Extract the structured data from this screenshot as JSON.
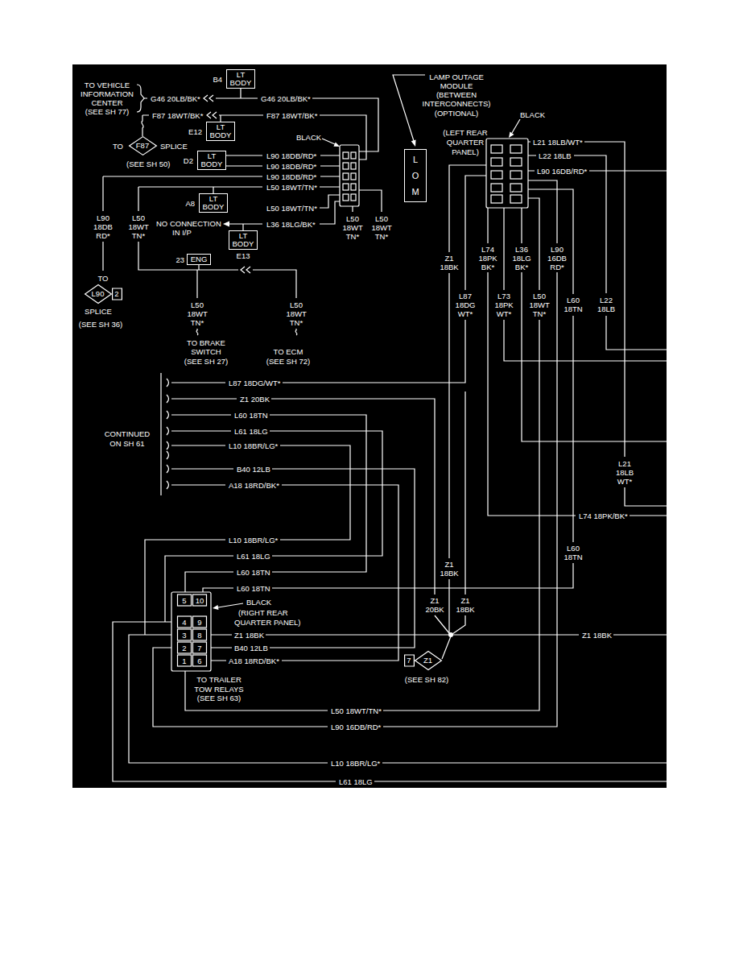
{
  "diagram": {
    "nodes": [
      {
        "text": [
          "LT BODY"
        ]
      },
      {
        "text": [
          "LT BODY"
        ]
      },
      {
        "text": [
          "F87"
        ]
      },
      {
        "text": [
          "L O M"
        ]
      },
      {
        "text": [
          "LT BODY"
        ]
      },
      {
        "text": [
          "LT BODY"
        ]
      },
      {
        "text": [
          "LT BODY"
        ]
      },
      {
        "text": [
          "ENG"
        ]
      },
      {
        "text": [
          "L90",
          "2"
        ]
      },
      {
        "text": [
          "7",
          "Z1"
        ]
      }
    ],
    "labels": [
      "TO VEHICLE",
      "INFORMATION",
      "CENTER",
      "(SEE SH 77)",
      "B4",
      "G46 20LB/BK*",
      "G46 20LB/BK*",
      "F87 18WT/BK*",
      "F87 18WT/BK*",
      "TO",
      "SPLICE",
      "(SEE SH 50)",
      "E12",
      "BLACK",
      "D2",
      "L90 18DB/RD*",
      "L90 18DB/RD*",
      "L90 18DB/RD*",
      "L50 18WT/TN*",
      "A8",
      "L50 18WT/TN*",
      "L90 18DB RD*",
      "L50 18WT TN*",
      "NO CONNECTION",
      "IN I/P",
      "L36 18LG/BK*",
      "L50 18WT TN*",
      "L50 18WT TN*",
      "E13",
      "23",
      "TO",
      "SPLICE",
      "(SEE SH 36)",
      "L50 18WT TN*",
      "L50 18WT TN*",
      "TO BRAKE",
      "SWITCH",
      "(SEE SH 27)",
      "TO ECM",
      "(SEE SH 72)",
      "LAMP OUTAGE",
      "MODULE",
      "(BETWEEN",
      "INTERCONNECTS)",
      "(OPTIONAL)",
      "BLACK",
      "(LEFT REAR",
      "QUARTER",
      "PANEL)",
      "L21 18LB/WT*",
      "L22 18LB",
      "L90 16DB/RD*",
      "Z1 18BK",
      "L74 18PK BK*",
      "L36 18LG BK*",
      "L90 16DB RD*",
      "L87 18DG WT*",
      "L73 18PK WT*",
      "L50 18WT TN*",
      "L60 18TN",
      "L22 18LB",
      "L87 18DG/WT*",
      "Z1 20BK",
      "L60 18TN",
      "L61 18LG",
      "CONTINUED",
      "ON SH 61",
      "L10 18BR/LG*",
      "L21 18LB WT*",
      "B40 12LB",
      "A18 18RD/BK*",
      "L74 18PK/BK*",
      "L10 18BR/LG*",
      "L61 18LG",
      "L60 18TN",
      "Z1 18BK",
      "L60 18TN",
      "L60 18TN",
      "BLACK",
      "(RIGHT REAR",
      "QUARTER PANEL)",
      "Z1 20BK",
      "Z1 18BK",
      "5",
      "10",
      "4",
      "9",
      "3",
      "8",
      "2",
      "7",
      "1",
      "6",
      "Z1 18BK",
      "B40 12LB",
      "A18 18RD/BK*",
      "Z1 18BK",
      "(SEE SH 82)",
      "TO TRAILER",
      "TOW RELAYS",
      "(SEE SH 63)",
      "L50 18WT/TN*",
      "L90 16DB/RD*",
      "L10 18BR/LG*",
      "L61 18LG"
    ]
  }
}
